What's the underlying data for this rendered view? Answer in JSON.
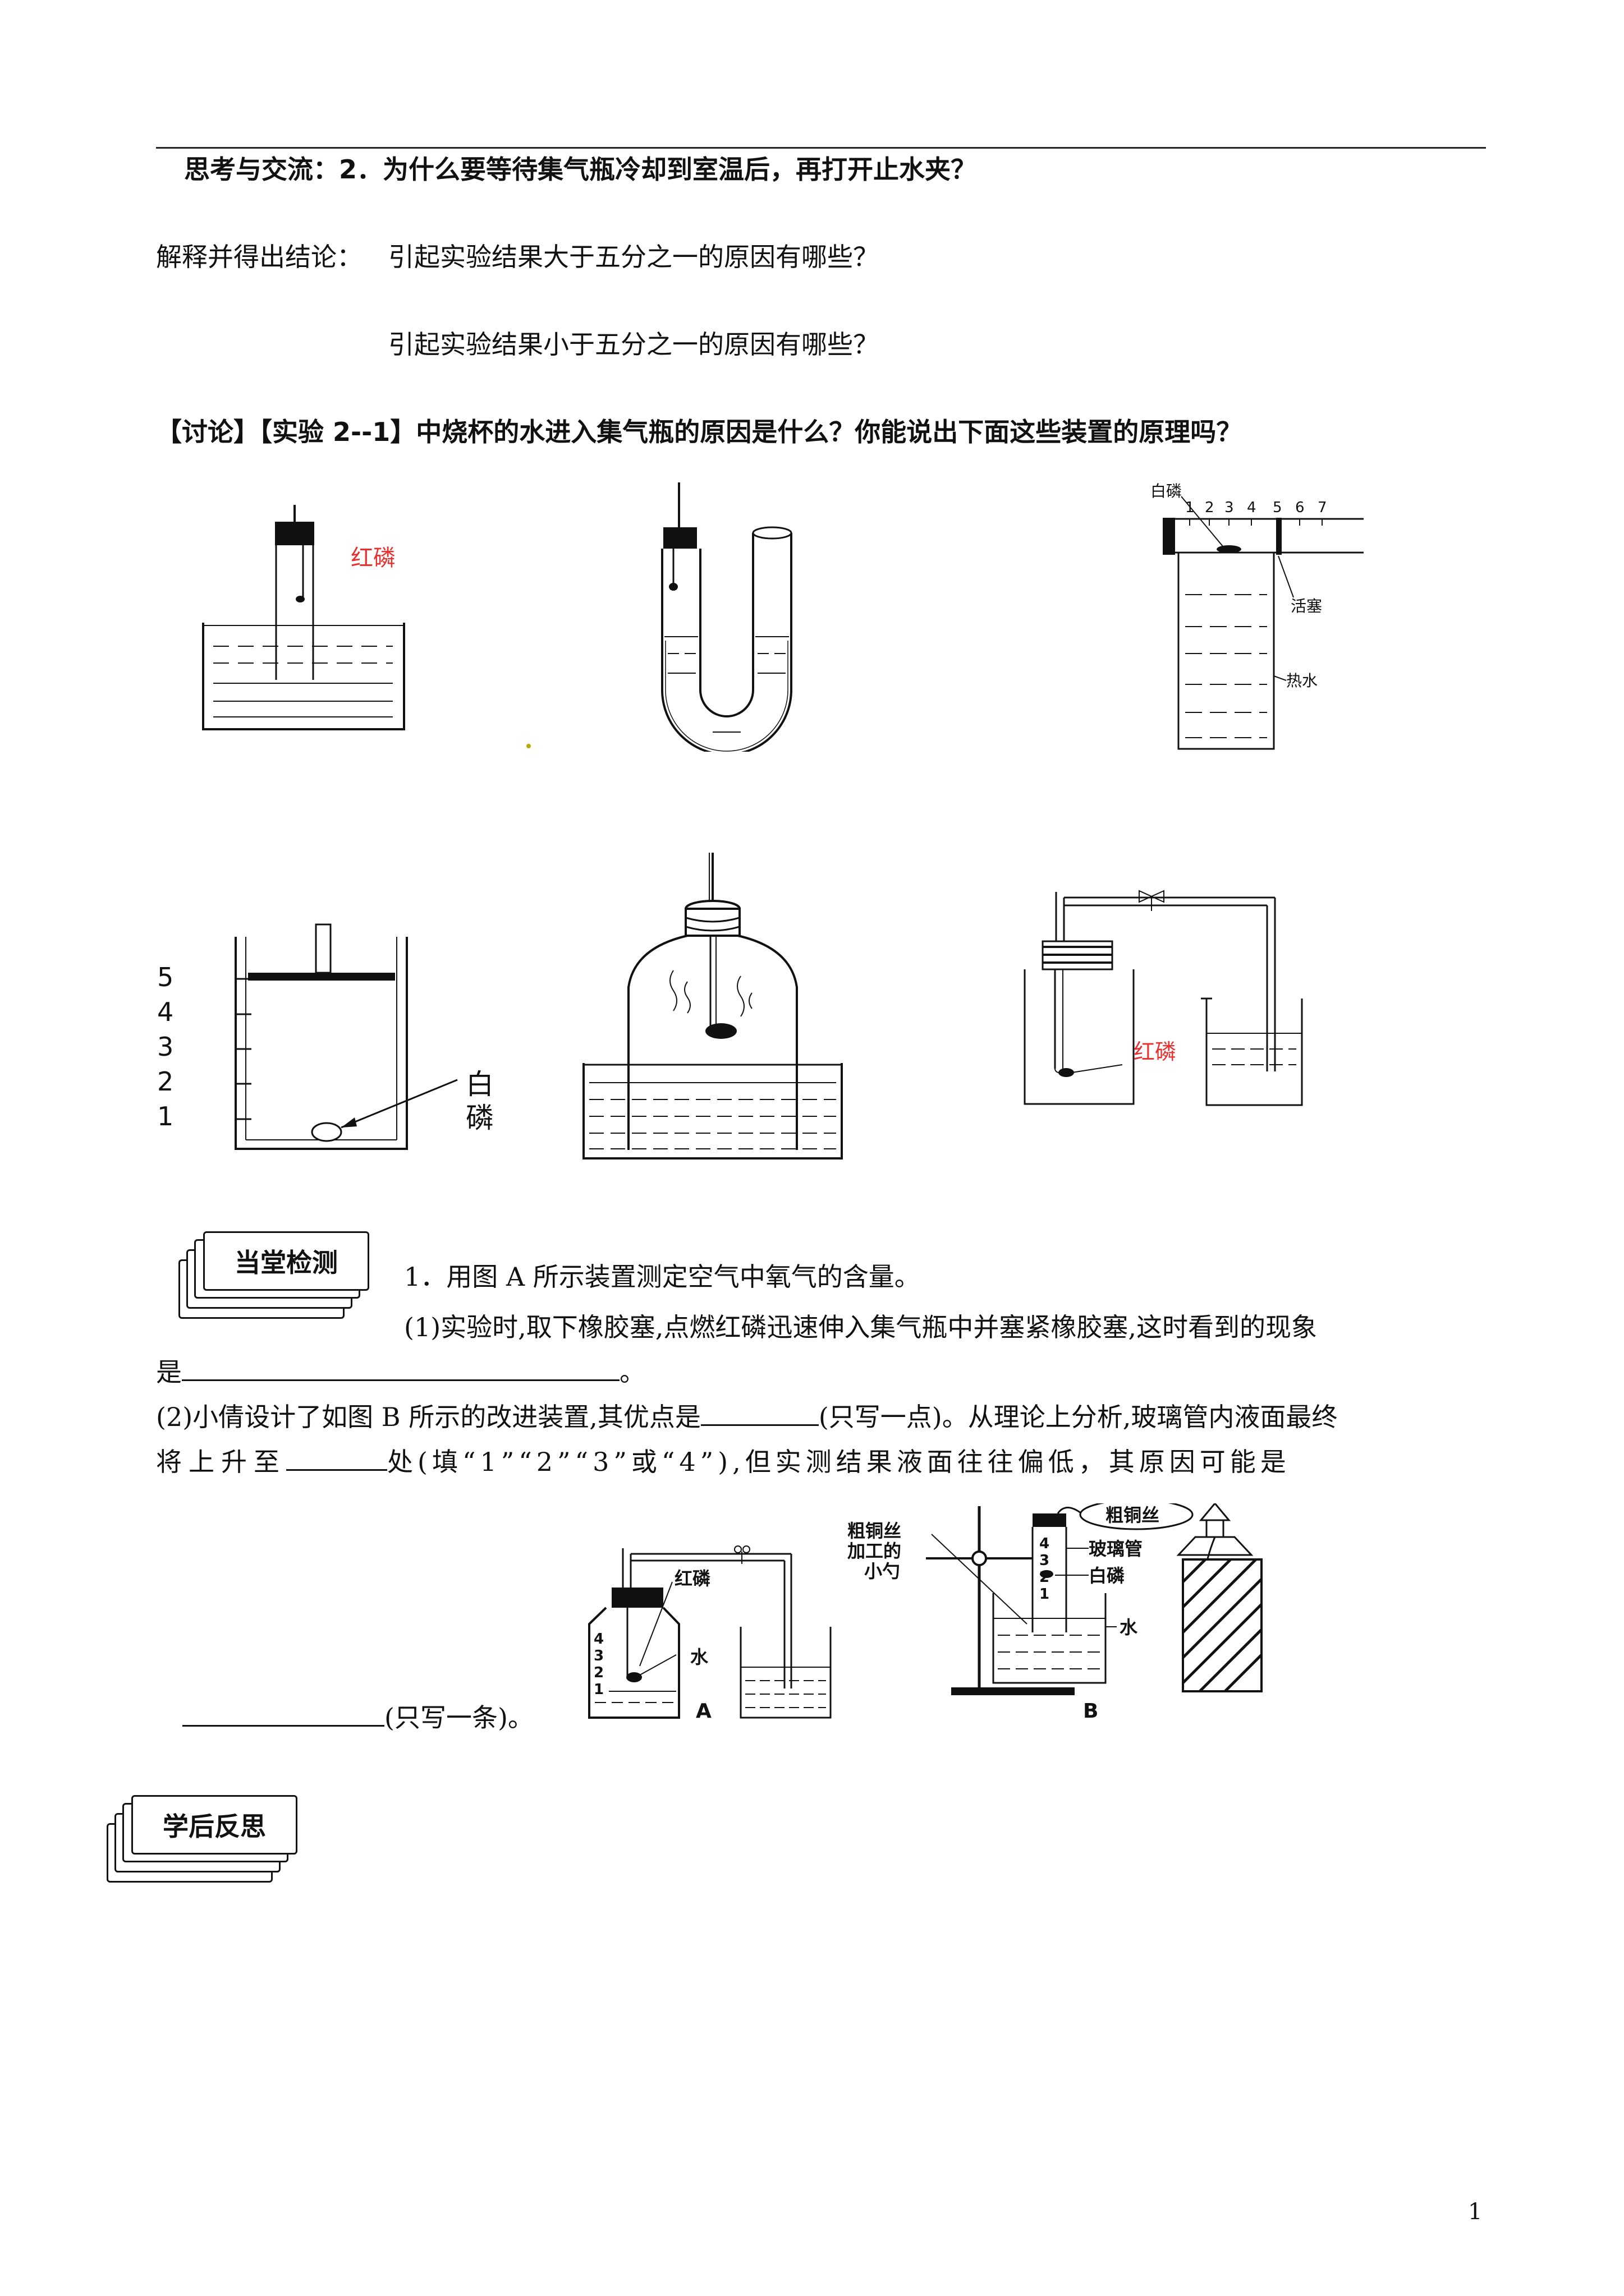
{
  "q2": "思考与交流：2．为什么要等待集气瓶冷却到室温后，再打开止水夹？",
  "explain_label": "解释并得出结论：",
  "explain_q1": "引起实验结果大于五分之一的原因有哪些？",
  "explain_q2": "引起实验结果小于五分之一的原因有哪些？",
  "discussion": "【讨论】【实验 2--1】中烧杯的水进入集气瓶的原因是什么？你能说出下面这些装置的原理吗？",
  "fig1": {
    "label": "红磷"
  },
  "fig3": {
    "label_bailin": "白磷",
    "ticks": [
      "1",
      "2",
      "3",
      "4",
      "5",
      "6",
      "7"
    ],
    "label_huosai": "活塞",
    "label_reshui": "热水"
  },
  "fig4": {
    "scale": [
      "5",
      "4",
      "3",
      "2",
      "1"
    ],
    "label_bai": "白",
    "label_lin": "磷"
  },
  "fig6": {
    "label": "红磷"
  },
  "section_check": "当堂检测",
  "check_q1": "1．用图 A 所示装置测定空气中氧气的含量。",
  "check_q1_1a": "(1)实验时,取下橡胶塞,点燃红磷迅速伸入集气瓶中并塞紧橡胶塞,这时看到的现象",
  "check_q1_1b_prefix": "是",
  "check_q1_1b_suffix": "。",
  "check_q1_2a_a": "(2)小倩设计了如图 B 所示的改进装置,其优点是",
  "check_q1_2a_b": "(只写一点)。从理论上分析,玻璃管内液面最终",
  "check_q1_2b_a": "将上升至",
  "check_q1_2b_b": "处(填“1”“2”“3”或“4”),但实测结果液面往往偏低，其原因可能是",
  "check_q1_3": "(只写一条)。",
  "figA": {
    "scale": [
      "4",
      "3",
      "2",
      "1"
    ],
    "label_honglin": "红磷",
    "label_shui": "水",
    "caption": "A"
  },
  "figB": {
    "label_cutongsi": "粗铜丝",
    "label_boliguan": "玻璃管",
    "label_bailin": "白磷",
    "label_shui": "水",
    "label_left1": "粗铜丝",
    "label_left2": "加工的",
    "label_left3": "小勺",
    "scale": [
      "4",
      "3",
      "2",
      "1"
    ],
    "caption": "B"
  },
  "section_reflect": "学后反思",
  "page_number": "1",
  "colors": {
    "red_label": "#e8312f",
    "ink": "#111111"
  }
}
